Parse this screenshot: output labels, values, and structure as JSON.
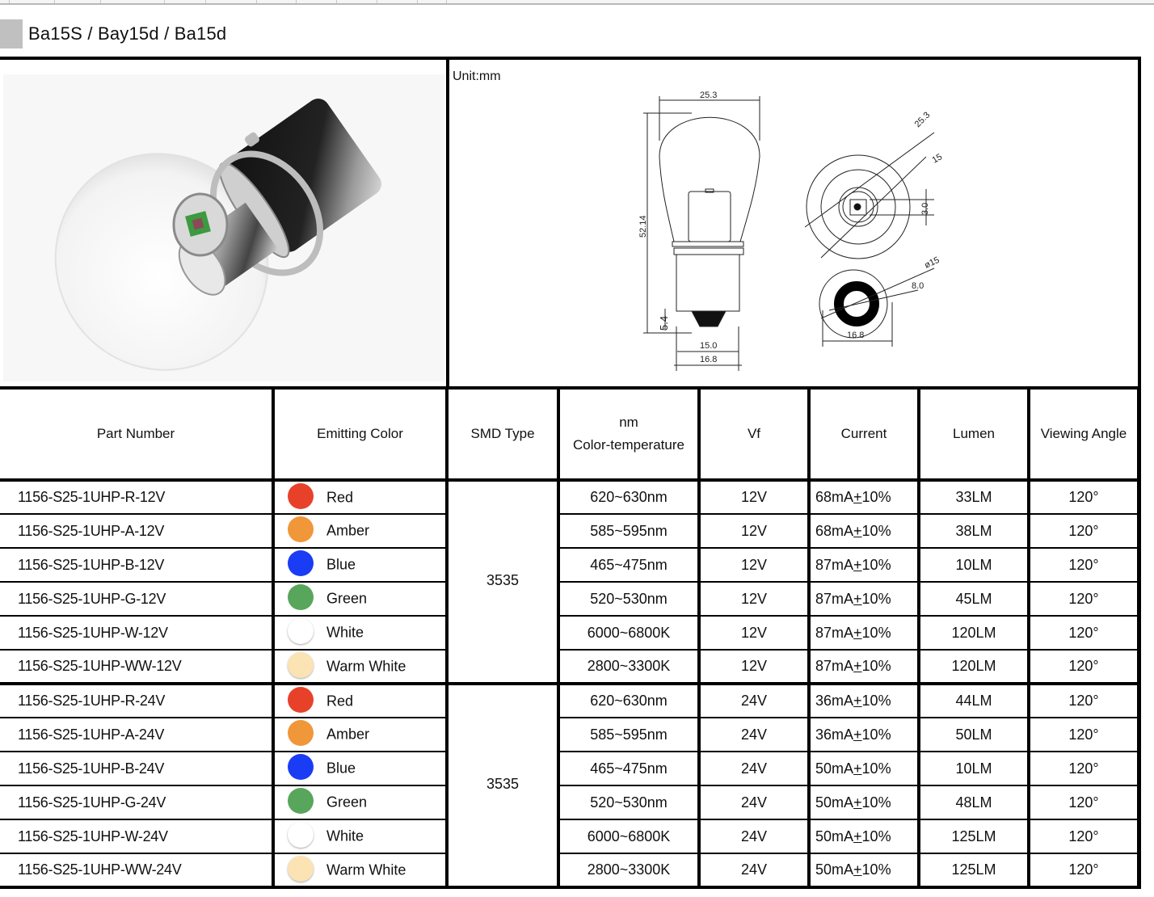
{
  "title": "Ba15S / Bay15d / Ba15d",
  "drawing": {
    "unit_label": "Unit:mm",
    "dimensions": {
      "bulb_width": "25.3",
      "overall_height": "52.14",
      "pin_offset": "5.4",
      "base_inner_width": "15.0",
      "base_outer_width": "16.8",
      "top_view_diameter": "25.3",
      "top_view_inner": "15",
      "top_view_chip": "3.0",
      "bottom_view_outer": "ø15",
      "bottom_view_inner": "8.0",
      "bottom_view_width": "16.8"
    }
  },
  "table": {
    "headers": {
      "part_number": "Part Number",
      "emitting_color": "Emitting Color",
      "smd_type": "SMD Type",
      "nm_line1": "nm",
      "nm_line2": "Color-temperature",
      "vf": "Vf",
      "current": "Current",
      "lumen": "Lumen",
      "viewing_angle": "Viewing Angle"
    },
    "groups": [
      {
        "smd_type": "3535",
        "rows": [
          {
            "part": "1156-S25-1UHP-R-12V",
            "color": "Red",
            "swatch": "#e8412a",
            "nm": "620~630nm",
            "vf": "12V",
            "current_a": "68mA",
            "current_pm": "+",
            "current_b": "10%",
            "lumen": "33LM",
            "angle": "120°"
          },
          {
            "part": "1156-S25-1UHP-A-12V",
            "color": "Amber",
            "swatch": "#f0973a",
            "nm": "585~595nm",
            "vf": "12V",
            "current_a": "68mA",
            "current_pm": "+",
            "current_b": "10%",
            "lumen": "38LM",
            "angle": "120°"
          },
          {
            "part": "1156-S25-1UHP-B-12V",
            "color": "Blue",
            "swatch": "#1a3cf5",
            "nm": "465~475nm",
            "vf": "12V",
            "current_a": "87mA",
            "current_pm": "+",
            "current_b": "10%",
            "lumen": "10LM",
            "angle": "120°"
          },
          {
            "part": "1156-S25-1UHP-G-12V",
            "color": "Green",
            "swatch": "#58a65c",
            "nm": "520~530nm",
            "vf": "12V",
            "current_a": "87mA",
            "current_pm": "+",
            "current_b": "10%",
            "lumen": "45LM",
            "angle": "120°"
          },
          {
            "part": "1156-S25-1UHP-W-12V",
            "color": "White",
            "swatch": "#ffffff",
            "nm": "6000~6800K",
            "vf": "12V",
            "current_a": "87mA",
            "current_pm": "+",
            "current_b": "10%",
            "lumen": "120LM",
            "angle": "120°"
          },
          {
            "part": "1156-S25-1UHP-WW-12V",
            "color": "Warm White",
            "swatch": "#fbe3b4",
            "nm": "2800~3300K",
            "vf": "12V",
            "current_a": "87mA",
            "current_pm": "+",
            "current_b": "10%",
            "lumen": "120LM",
            "angle": "120°"
          }
        ]
      },
      {
        "smd_type": "3535",
        "rows": [
          {
            "part": "1156-S25-1UHP-R-24V",
            "color": "Red",
            "swatch": "#e8412a",
            "nm": "620~630nm",
            "vf": "24V",
            "current_a": "36mA",
            "current_pm": "+",
            "current_b": "10%",
            "lumen": "44LM",
            "angle": "120°"
          },
          {
            "part": "1156-S25-1UHP-A-24V",
            "color": "Amber",
            "swatch": "#f0973a",
            "nm": "585~595nm",
            "vf": "24V",
            "current_a": "36mA",
            "current_pm": "+",
            "current_b": "10%",
            "lumen": "50LM",
            "angle": "120°"
          },
          {
            "part": "1156-S25-1UHP-B-24V",
            "color": "Blue",
            "swatch": "#1a3cf5",
            "nm": "465~475nm",
            "vf": "24V",
            "current_a": "50mA",
            "current_pm": "+",
            "current_b": "10%",
            "lumen": "10LM",
            "angle": "120°"
          },
          {
            "part": "1156-S25-1UHP-G-24V",
            "color": "Green",
            "swatch": "#58a65c",
            "nm": "520~530nm",
            "vf": "24V",
            "current_a": "50mA",
            "current_pm": "+",
            "current_b": "10%",
            "lumen": "48LM",
            "angle": "120°"
          },
          {
            "part": "1156-S25-1UHP-W-24V",
            "color": "White",
            "swatch": "#ffffff",
            "nm": "6000~6800K",
            "vf": "24V",
            "current_a": "50mA",
            "current_pm": "+",
            "current_b": "10%",
            "lumen": "125LM",
            "angle": "120°"
          },
          {
            "part": "1156-S25-1UHP-WW-24V",
            "color": "Warm White",
            "swatch": "#fbe3b4",
            "nm": "2800~3300K",
            "vf": "24V",
            "current_a": "50mA",
            "current_pm": "+",
            "current_b": "10%",
            "lumen": "125LM",
            "angle": "120°"
          }
        ]
      }
    ]
  }
}
